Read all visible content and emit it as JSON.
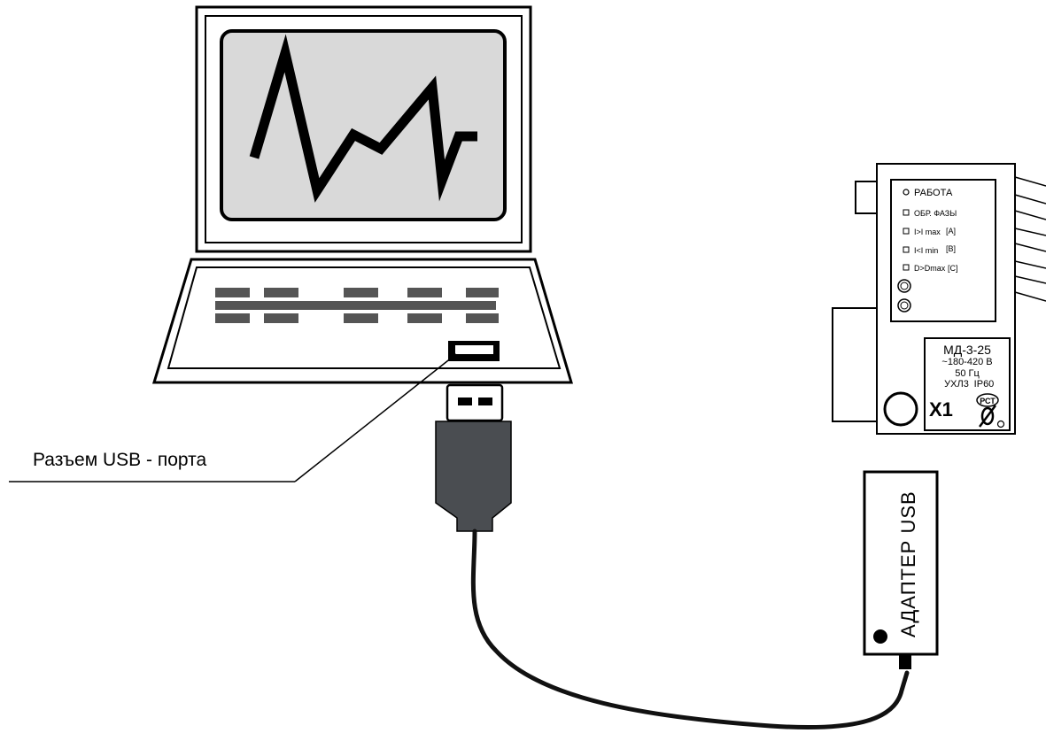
{
  "diagram": {
    "colors": {
      "line": "#000000",
      "screen_bezel": "#ffffff",
      "screen_fill": "#d9d9d9",
      "usb_plug": "#4a4d51",
      "cable": "#111111"
    },
    "laptop": {
      "icons": [
        "monitor-icon",
        "waveform-icon",
        "keyboard-icon",
        "usb-port-icon"
      ]
    },
    "port_callout": {
      "label": "Разъем USB - порта"
    },
    "relay": {
      "led_labels": [
        {
          "text": "РАБОТА",
          "sub": ""
        },
        {
          "text": "ОБР.  ФАЗЫ",
          "sub": ""
        },
        {
          "text": "I>I max",
          "sub": "[A]"
        },
        {
          "text": "I<I min",
          "sub": "[B]"
        },
        {
          "text": "D>Dmax",
          "sub": "[C]"
        }
      ],
      "plate": {
        "model": "МД-3-25",
        "voltage": "~180-420 В",
        "frequency": "50 Гц",
        "climate": "УХЛ3",
        "ip": "IP60",
        "cert_mark": "РСТ"
      },
      "connector_label": "X1"
    },
    "adapter": {
      "label": "АДАПТЕР  USB"
    }
  }
}
